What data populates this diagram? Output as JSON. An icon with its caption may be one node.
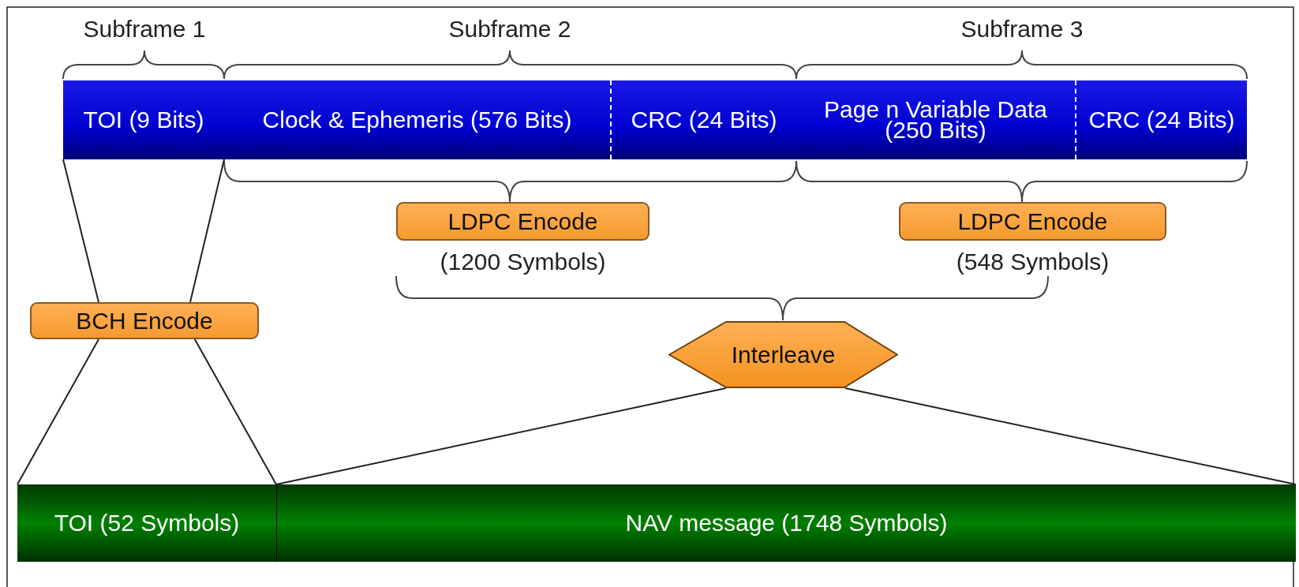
{
  "diagram": {
    "nodes": [
      {
        "text": [
          "TOI (9 Bits)"
        ]
      },
      {
        "text": [
          "Clock & Ephemeris (576 Bits)"
        ]
      },
      {
        "text": [
          "CRC (24 Bits)"
        ]
      },
      {
        "text": [
          "Page n Variable Data (250 Bits)"
        ]
      },
      {
        "text": [
          "CRC (24 Bits)"
        ]
      },
      {
        "text": [
          "LDPC Encode"
        ],
        "beside": [
          "(1200 Symbols)"
        ]
      },
      {
        "text": [
          "LDPC Encode"
        ],
        "beside": [
          "(548 Symbols)"
        ]
      },
      {
        "text": [
          "BCH Encode"
        ]
      },
      {
        "text": [
          "Interleave"
        ]
      },
      {
        "text": [
          "TOI (52 Symbols)"
        ]
      },
      {
        "text": [
          "NAV message (1748 Symbols)"
        ]
      }
    ],
    "edges": [
      {
        "from": 0,
        "to": 7,
        "arrow": "none"
      },
      {
        "from": 0,
        "to": 7,
        "arrow": "none"
      },
      {
        "from": 7,
        "to": 9,
        "arrow": "none"
      },
      {
        "from": 7,
        "to": 9,
        "arrow": "none"
      },
      {
        "from": 8,
        "to": 10,
        "arrow": "none"
      },
      {
        "from": 8,
        "to": 10,
        "arrow": "none"
      }
    ],
    "labels": [
      "Subframe 1",
      "Subframe 2",
      "Subframe 3"
    ]
  }
}
